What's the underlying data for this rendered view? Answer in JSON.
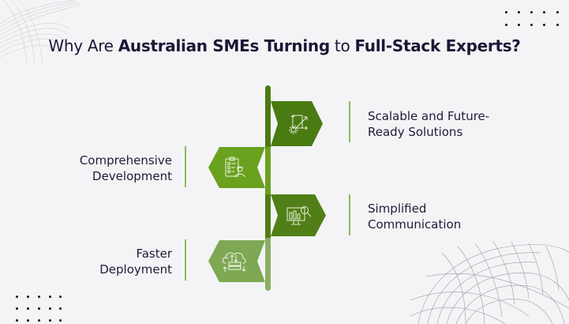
{
  "title": {
    "parts": [
      {
        "text": "Why Are ",
        "weight": "light"
      },
      {
        "text": "Australian SMEs Turning",
        "weight": "bold"
      },
      {
        "text": " to ",
        "weight": "light"
      },
      {
        "text": "Full-Stack Experts?",
        "weight": "bold"
      }
    ]
  },
  "colors": {
    "pole_dark": "#4a7a12",
    "pole_bright": "#6aa11e",
    "pole_light": "#8aae62",
    "flag_1": "#4a7a12",
    "flag_2": "#6aa11e",
    "flag_3": "#507f17",
    "flag_4": "#7ea854",
    "accent_bar": "#8dbb5a",
    "text": "#1e1c36",
    "background": "#f4f4f6"
  },
  "items": [
    {
      "id": 1,
      "side": "right",
      "line1": "Scalable and Future-",
      "line2": "Ready Solutions",
      "icon": "scalable-gear-arrows-icon"
    },
    {
      "id": 2,
      "side": "left",
      "line1": "Comprehensive",
      "line2": "Development",
      "icon": "checklist-developer-icon"
    },
    {
      "id": 3,
      "side": "right",
      "line1": "Simplified",
      "line2": "Communication",
      "icon": "monitor-chart-search-icon"
    },
    {
      "id": 4,
      "side": "left",
      "line1": "Faster",
      "line2": "Deployment",
      "icon": "cloud-server-sync-icon"
    }
  ],
  "decorations": {
    "top_left": "wireframe-swirl",
    "top_right": "dot-grid",
    "bottom_left": "dot-grid",
    "bottom_right": "wireframe-torus"
  }
}
